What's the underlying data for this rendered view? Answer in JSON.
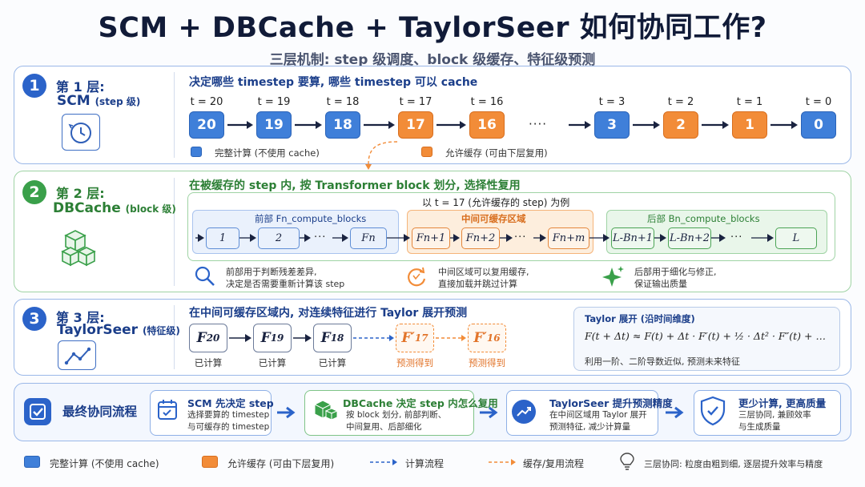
{
  "title": "SCM + DBCache + TaylorSeer 如何协同工作?",
  "subtitle": "三层机制: step 级调度、block 级缓存、特征级预测",
  "layer1": {
    "num": "1",
    "label": "第 1 层:",
    "name": "SCM",
    "suffix": "(step 级)",
    "heading": "决定哪些 timestep 要算, 哪些 timestep 可以 cache",
    "steps": [
      {
        "t": "t = 20",
        "v": "20",
        "kind": "compute"
      },
      {
        "t": "t = 19",
        "v": "19",
        "kind": "compute"
      },
      {
        "t": "t = 18",
        "v": "18",
        "kind": "compute"
      },
      {
        "t": "t = 17",
        "v": "17",
        "kind": "cache"
      },
      {
        "t": "t = 16",
        "v": "16",
        "kind": "cache"
      },
      {
        "t": "t = 3",
        "v": "3",
        "kind": "compute"
      },
      {
        "t": "t = 2",
        "v": "2",
        "kind": "cache"
      },
      {
        "t": "t = 1",
        "v": "1",
        "kind": "cache"
      },
      {
        "t": "t = 0",
        "v": "0",
        "kind": "compute"
      }
    ],
    "ellipsis": "····",
    "legend_compute": "完整计算 (不使用 cache)",
    "legend_cache": "允许缓存 (可由下层复用)"
  },
  "layer2": {
    "num": "2",
    "label": "第 2 层:",
    "name": "DBCache",
    "suffix": "(block 级)",
    "heading": "在被缓存的 step 内, 按 Transformer block 划分, 选择性复用",
    "example": "以 t = 17 (允许缓存的 step) 为例",
    "front_title": "前部 Fn_compute_blocks",
    "mid_title": "中间可缓存区域",
    "back_title": "后部 Bn_compute_blocks",
    "front_blocks": [
      "1",
      "2",
      "Fn"
    ],
    "mid_blocks": [
      "Fn+1",
      "Fn+2",
      "Fn+m"
    ],
    "back_blocks": [
      "L-Bn+1",
      "L-Bn+2",
      "L"
    ],
    "dots": "···",
    "note1": [
      "前部用于判断残差差异,",
      "决定是否需要重新计算该 step"
    ],
    "note2": [
      "中间区域可以复用缓存,",
      "直接加载并跳过计算"
    ],
    "note3": [
      "后部用于细化与修正,",
      "保证输出质量"
    ]
  },
  "layer3": {
    "num": "3",
    "label": "第 3 层:",
    "name": "TaylorSeer",
    "suffix": "(特征级)",
    "heading": "在中间可缓存区域内, 对连续特征进行 Taylor 展开预测",
    "features": [
      {
        "sym": "F",
        "sub": "20",
        "label": "已计算",
        "kind": "computed"
      },
      {
        "sym": "F",
        "sub": "19",
        "label": "已计算",
        "kind": "computed"
      },
      {
        "sym": "F",
        "sub": "18",
        "label": "已计算",
        "kind": "computed"
      },
      {
        "sym": "F′",
        "sub": "17",
        "label": "预测得到",
        "kind": "predicted"
      },
      {
        "sym": "F′",
        "sub": "16",
        "label": "预测得到",
        "kind": "predicted"
      }
    ],
    "formula_title": "Taylor 展开 (沿时间维度)",
    "formula": "F(t + Δt) ≈ F(t) + Δt · F′(t) + ½ · Δt² · F″(t) + …",
    "formula_note": "利用一阶、二阶导数近似, 预测未来特征"
  },
  "final": {
    "title": "最终协同流程",
    "steps": [
      {
        "title": "SCM 先决定 step",
        "desc": [
          "选择要算的 timestep",
          "与可缓存的 timestep"
        ]
      },
      {
        "title": "DBCache 决定 step 内怎么复用",
        "desc": [
          "按 block 划分, 前部判断、",
          "中间复用、后部细化"
        ]
      },
      {
        "title": "TaylorSeer 提升预测精度",
        "desc": [
          "在中间区域用 Taylor 展开",
          "预测特征, 减少计算量"
        ]
      },
      {
        "title": "更少计算, 更高质量",
        "desc": [
          "三层协同, 兼顾效率",
          "与生成质量"
        ]
      }
    ]
  },
  "legend": {
    "compute": "完整计算 (不使用 cache)",
    "cache": "允许缓存 (可由下层复用)",
    "compute_flow": "计算流程",
    "cache_flow": "缓存/复用流程",
    "tip": "三层协同: 粒度由粗到细, 逐层提升效率与精度"
  },
  "colors": {
    "blue": "#3f7fd9",
    "orange": "#f28c38",
    "green": "#3aa04a",
    "navy": "#1b3e8a"
  }
}
